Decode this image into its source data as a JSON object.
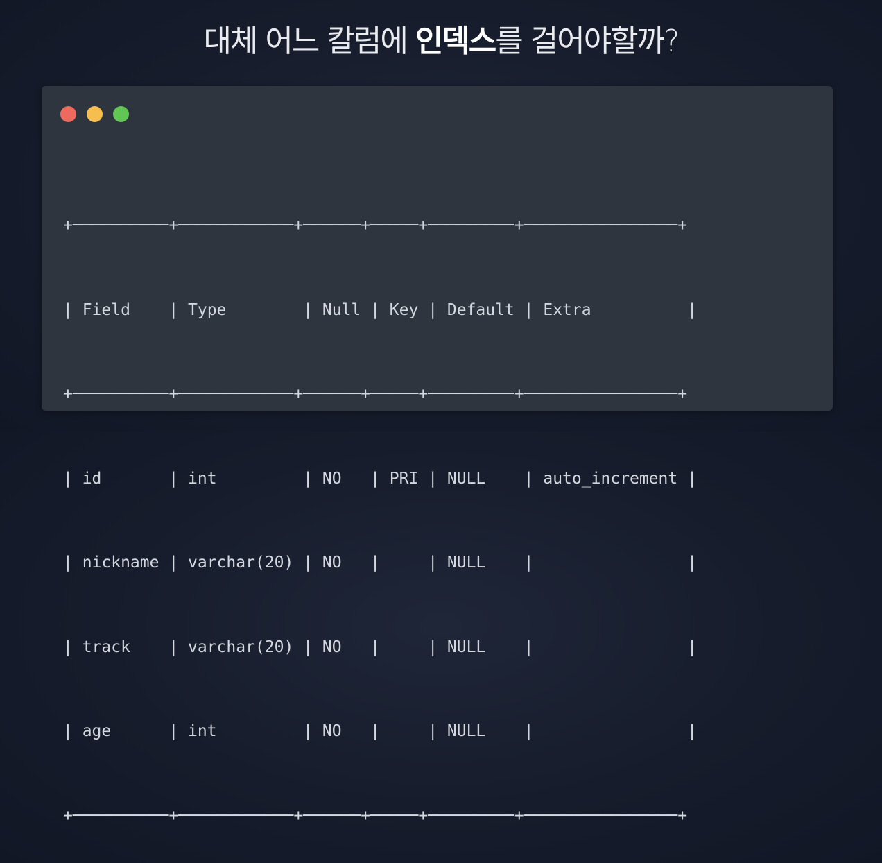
{
  "heading": {
    "before": "대체 어느 칼럼에 ",
    "emphasis": "인덱스",
    "after": "를 걸어야할까?"
  },
  "window_controls": [
    "close",
    "minimize",
    "maximize"
  ],
  "colors": {
    "background": "#161c2b",
    "window": "#2e353f",
    "text": "#d4d8de",
    "close": "#ef6a5e",
    "minimize": "#f6be4f",
    "maximize": "#62c655"
  },
  "table": {
    "columns": [
      "Field",
      "Type",
      "Null",
      "Key",
      "Default",
      "Extra"
    ],
    "rows": [
      [
        "id",
        "int",
        "NO",
        "PRI",
        "NULL",
        "auto_increment"
      ],
      [
        "nickname",
        "varchar(20)",
        "NO",
        "",
        "NULL",
        ""
      ],
      [
        "track",
        "varchar(20)",
        "NO",
        "",
        "NULL",
        ""
      ],
      [
        "age",
        "int",
        "NO",
        "",
        "NULL",
        ""
      ]
    ]
  },
  "terminal_lines": {
    "border_top": "+──────────+────────────+──────+─────+─────────+────────────────+",
    "header": "| Field    | Type        | Null | Key | Default | Extra          |",
    "border_mid": "+──────────+────────────+──────+─────+─────────+────────────────+",
    "row_1": "| id       | int         | NO   | PRI | NULL    | auto_increment |",
    "row_2": "| nickname | varchar(20) | NO   |     | NULL    |                |",
    "row_3": "| track    | varchar(20) | NO   |     | NULL    |                |",
    "row_4": "| age      | int         | NO   |     | NULL    |                |",
    "border_bottom": "+──────────+────────────+──────+─────+─────────+────────────────+"
  }
}
